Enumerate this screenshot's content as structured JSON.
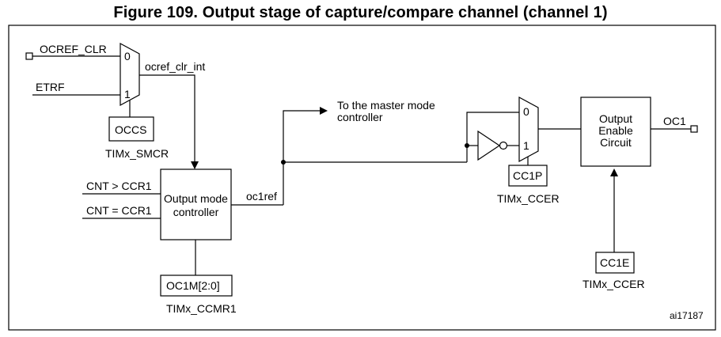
{
  "title": "Figure 109. Output stage of capture/compare channel (channel 1)",
  "signals": {
    "ocref_clr": "OCREF_CLR",
    "etrf": "ETRF",
    "ocref_clr_int": "ocref_clr_int",
    "cnt_gt_ccr1": "CNT > CCR1",
    "cnt_eq_ccr1": "CNT = CCR1",
    "oc1ref": "oc1ref",
    "oc1": "OC1",
    "master_mode_line1": "To the master mode",
    "master_mode_line2": "controller"
  },
  "blocks": {
    "mux1_in0": "0",
    "mux1_in1": "1",
    "occs": "OCCS",
    "tim_smcr": "TIMx_SMCR",
    "omc_line1": "Output mode",
    "omc_line2": "controller",
    "oc1m": "OC1M[2:0]",
    "tim_ccmr1": "TIMx_CCMR1",
    "mux2_in0": "0",
    "mux2_in1": "1",
    "cc1p": "CC1P",
    "tim_ccer_1": "TIMx_CCER",
    "oec_line1": "Output",
    "oec_line2": "Enable",
    "oec_line3": "Circuit",
    "cc1e": "CC1E",
    "tim_ccer_2": "TIMx_CCER"
  },
  "figure_id": "ai17187"
}
